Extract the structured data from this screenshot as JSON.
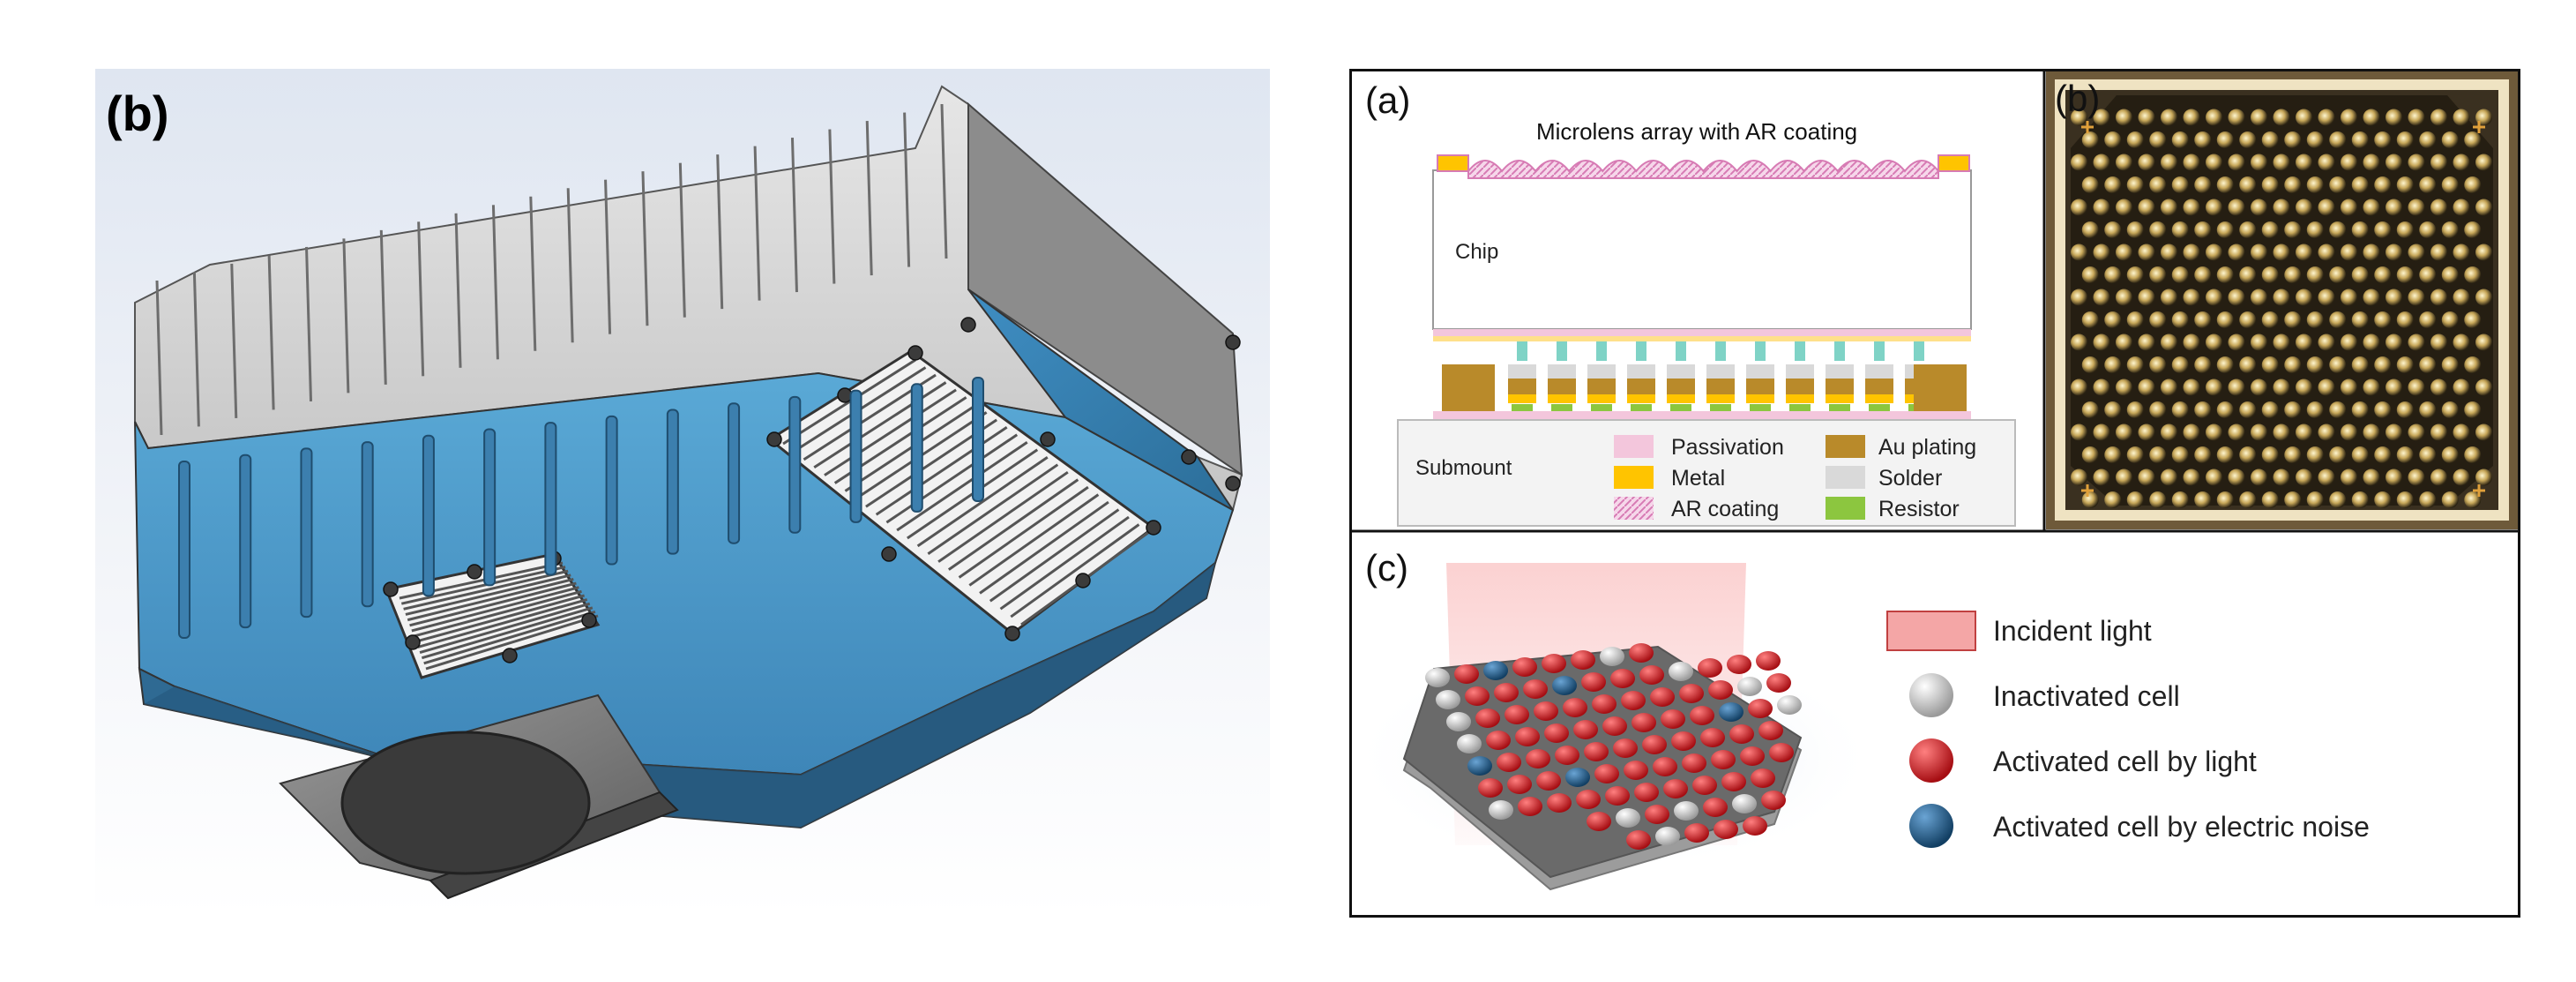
{
  "left_panel": {
    "label": "(b)"
  },
  "panel_a": {
    "label": "(a)",
    "title": "Microlens array with AR coating",
    "chip": "Chip",
    "submount": "Submount",
    "legend": [
      {
        "label": "Passivation",
        "color": "#f3c6dc"
      },
      {
        "label": "Metal",
        "color": "#ffc400"
      },
      {
        "label": "AR coating",
        "color": "#e8a8cf"
      },
      {
        "label": "Au plating",
        "color": "#b98a2a"
      },
      {
        "label": "Solder",
        "color": "#d9d9d9"
      },
      {
        "label": "Resistor",
        "color": "#8cc63f"
      }
    ]
  },
  "panel_b": {
    "label": "(b)"
  },
  "panel_c": {
    "label": "(c)",
    "legend": [
      {
        "label": "Incident light",
        "color": "#f4a6a6"
      },
      {
        "label": "Inactivated cell",
        "color": "#d9d9d9"
      },
      {
        "label": "Activated cell by light",
        "color": "#c0161d"
      },
      {
        "label": "Activated cell by electric noise",
        "color": "#1f5f8f"
      }
    ]
  }
}
